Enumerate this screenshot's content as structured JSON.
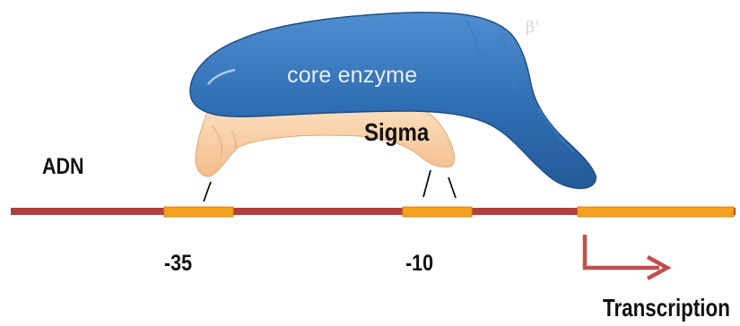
{
  "labels": {
    "dna": "ADN",
    "core_enzyme": "core enzyme",
    "sigma": "Sigma",
    "beta_prime": "β'",
    "minus35": "-35",
    "minus10": "-10",
    "transcription": "Transcription"
  },
  "colors": {
    "dna_strand": "#b0403e",
    "promoter_box": "#f4a11e",
    "core_enzyme": "#2f6fb3",
    "sigma": "#f6c89a",
    "arrow": "#c0504d"
  }
}
